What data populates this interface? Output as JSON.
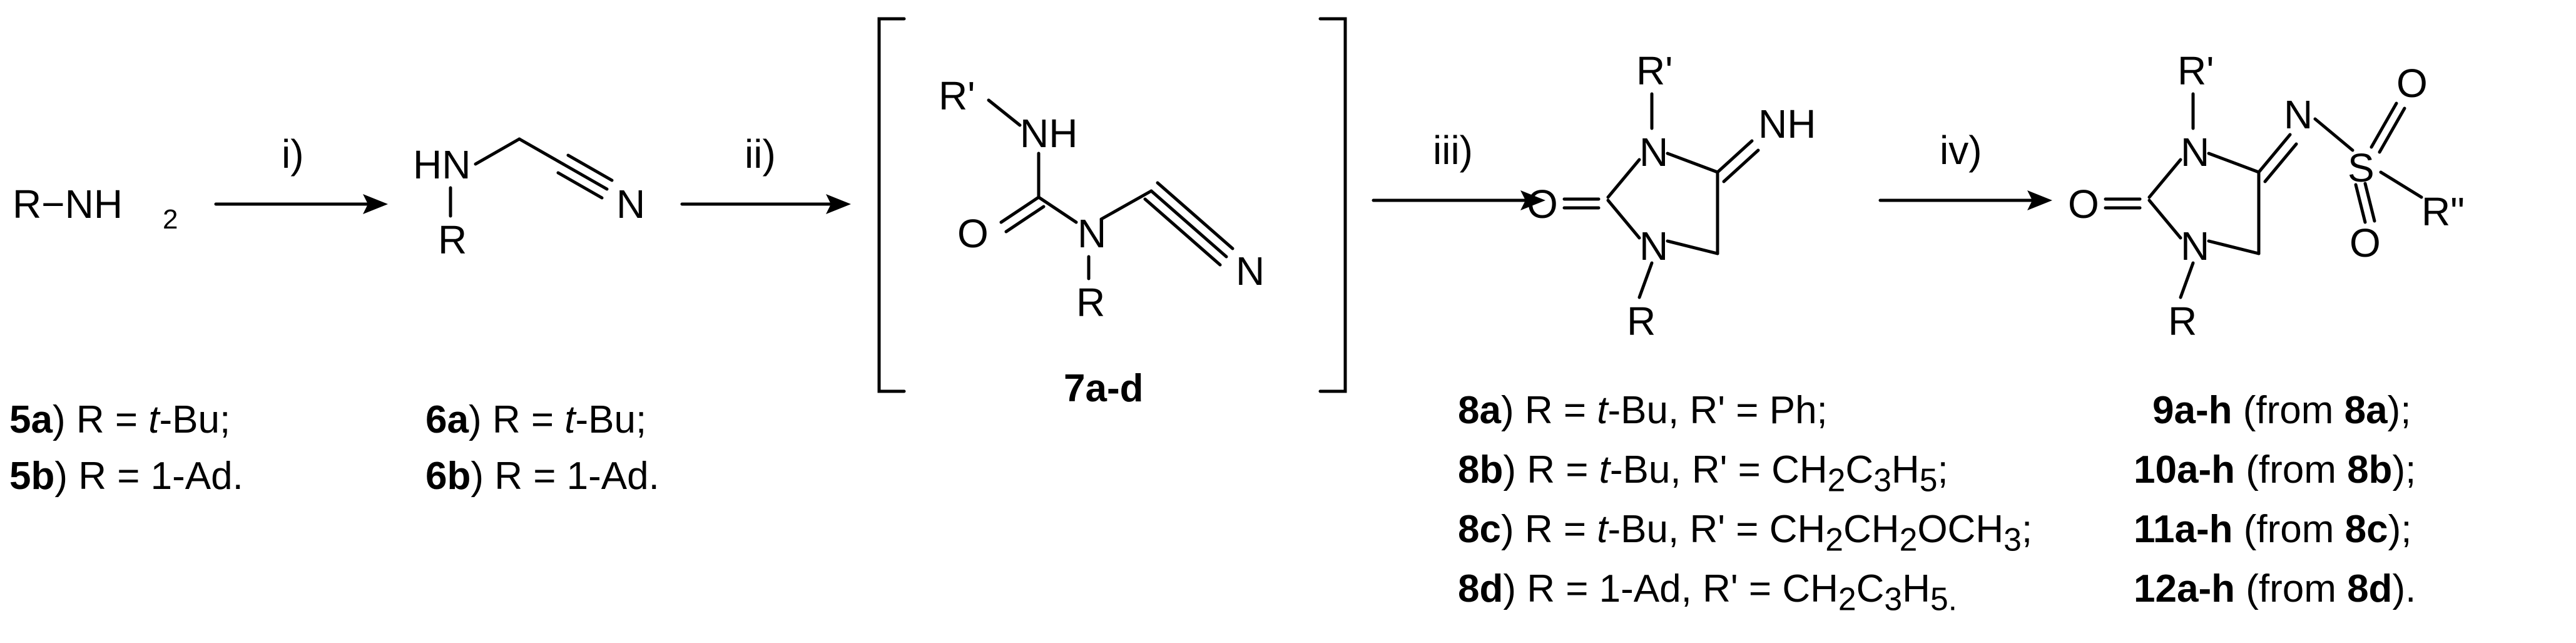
{
  "reagents": {
    "step1": "i)",
    "step2": "ii)",
    "step3": "iii)",
    "step4": "iv)"
  },
  "atoms": {
    "R": "R",
    "R_prime": "R'",
    "R_dprime": "R\"",
    "N": "N",
    "NH": "NH",
    "HN": "HN",
    "O": "O",
    "S": "S",
    "NH2_prefix": "R−NH",
    "sub2": "2"
  },
  "labels": {
    "c5a_id": "5a",
    "c5a_r": "R = ",
    "c5a_v": "t",
    "c5a_e": "-Bu;",
    "c5b_id": "5b",
    "c5b_r": "R = 1-Ad.",
    "c6a_id": "6a",
    "c6a_r": "R = ",
    "c6a_v": "t",
    "c6a_e": "-Bu;",
    "c6b_id": "6b",
    "c6b_r": "R = 1-Ad.",
    "c7_id": "7a-d",
    "c8a_id": "8a",
    "c8a_r": "R = ",
    "c8a_v": "t",
    "c8a_e": "-Bu, R' = Ph;",
    "c8b_id": "8b",
    "c8b_r": "R = ",
    "c8b_v": "t",
    "c8b_e": "-Bu, R' = CH",
    "c8c_id": "8c",
    "c8c_r": "R = ",
    "c8c_v": "t",
    "c8c_e": "-Bu, R' = CH",
    "c8d_id": "8d",
    "c8d_r": "R = 1-Ad, R' = CH",
    "c9_id": "9a-h",
    "c9_t": " (from ",
    "c9_s": "8a",
    "c9_e": ");",
    "c10_id": "10a-h",
    "c10_t": " (from ",
    "c10_s": "8b",
    "c10_e": ");",
    "c11_id": "11a-h",
    "c11_t": " (from ",
    "c11_s": "8c",
    "c11_e": ");",
    "c12_id": "12a-h",
    "c12_t": " (from ",
    "c12_s": "8d",
    "c12_e": ")."
  }
}
